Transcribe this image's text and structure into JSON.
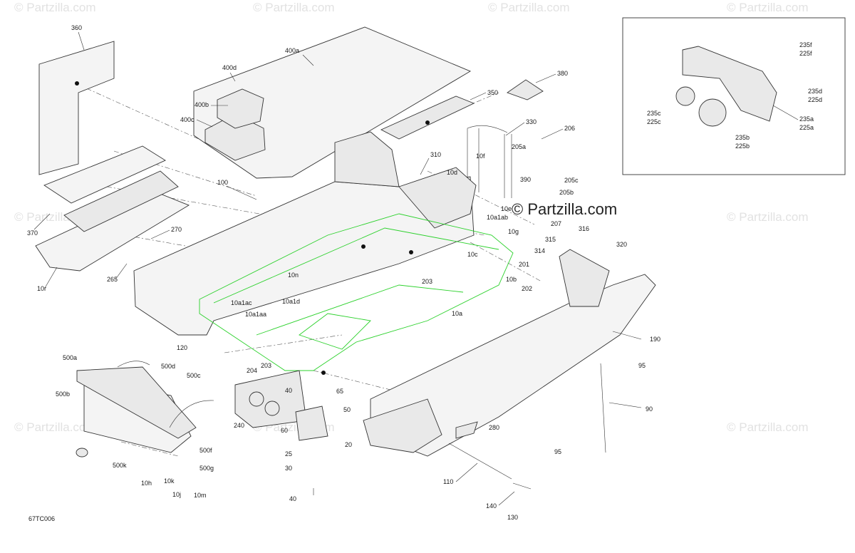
{
  "diagram_id": "67TC006",
  "watermark_text": "© Partzilla.com",
  "watermark_small": "© Partzilla.com",
  "callouts": {
    "c360": "360",
    "c400a": "400a",
    "c400d": "400d",
    "c400b": "400b",
    "c400c": "400c",
    "c380": "380",
    "c350": "350",
    "c330": "330",
    "c206": "206",
    "c205a": "205a",
    "c10f": "10f",
    "c10d": "10d",
    "c390": "390",
    "c205c": "205c",
    "c205b": "205b",
    "c310": "310",
    "c100": "100",
    "c370": "370",
    "c270": "270",
    "c265": "265",
    "c10r": "10r",
    "c10e": "10e",
    "c10ab": "10a1ab",
    "c207": "207",
    "c10g": "10g",
    "c316": "316",
    "c315": "315",
    "c320": "320",
    "c314": "314",
    "c10c": "10c",
    "c201": "201",
    "c202": "202",
    "c10b": "10b",
    "c203a": "203",
    "c10n": "10n",
    "c10a1ac": "10a1ac",
    "c10a1d": "10a1d",
    "c10a1aa": "10a1aa",
    "c10a": "10a",
    "c190": "190",
    "c120": "120",
    "c95a": "95",
    "c204": "204",
    "c203b": "203",
    "c500a": "500a",
    "c500d": "500d",
    "c500c": "500c",
    "c500b": "500b",
    "c40a": "40",
    "c65": "65",
    "c90": "90",
    "c50": "50",
    "c240": "240",
    "c60": "60",
    "c280": "280",
    "c500f": "500f",
    "c25": "25",
    "c20": "20",
    "c95b": "95",
    "c500k": "500k",
    "c500g": "500g",
    "c30": "30",
    "c10h": "10h",
    "c10k": "10k",
    "c110": "110",
    "c10j": "10j",
    "c10m": "10m",
    "c40b": "40",
    "c140": "140",
    "c130": "130",
    "c235f": "235f",
    "c225f": "225f",
    "c235d": "235d",
    "c225d": "225d",
    "c235c": "235c",
    "c225c": "225c",
    "c235a": "235a",
    "c225a": "225a",
    "c235b": "235b",
    "c225b": "225b"
  }
}
